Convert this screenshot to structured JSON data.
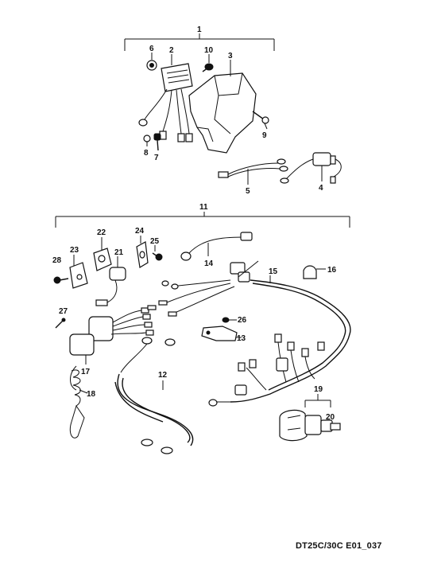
{
  "diagram": {
    "caption": "DT25C/30C E01_037",
    "callouts": {
      "c1": "1",
      "c2": "2",
      "c3": "3",
      "c4": "4",
      "c5": "5",
      "c6": "6",
      "c7": "7",
      "c8": "8",
      "c9": "9",
      "c10": "10",
      "c11": "11",
      "c12": "12",
      "c13": "13",
      "c14": "14",
      "c15": "15",
      "c16": "16",
      "c17": "17",
      "c18": "18",
      "c19": "19",
      "c20": "20",
      "c21": "21",
      "c22": "22",
      "c23": "23",
      "c24": "24",
      "c25": "25",
      "c26": "26",
      "c27": "27",
      "c28": "28"
    }
  }
}
